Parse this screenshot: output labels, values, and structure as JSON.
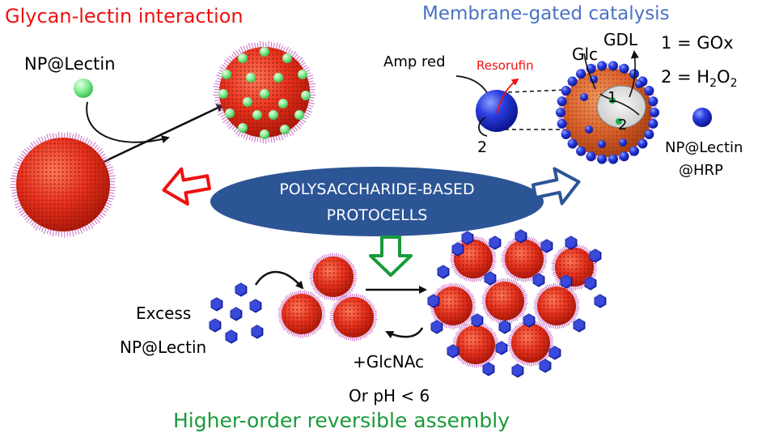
{
  "sections": {
    "top_left_title": "Glycan-lectin interaction",
    "top_right_title": "Membrane-gated catalysis",
    "bottom_title": "Higher-order reversible assembly"
  },
  "center": {
    "line1": "POLYSACCHARIDE-BASED",
    "line2": "PROTOCELLS"
  },
  "left_panel": {
    "np_label": "NP@Lectin"
  },
  "right_panel": {
    "amp_red": "Amp red",
    "resorufin": "Resorufin",
    "glc": "Glc",
    "gdl": "GDL",
    "label_1_in_cell": "1",
    "label_2_in_cell": "2",
    "label_2_hrp": "2",
    "legend_1": "1 = GOx",
    "legend_2_prefix": "2 = H",
    "legend_2_sub1": "2",
    "legend_2_mid": "O",
    "legend_2_sub2": "2",
    "np_hrp_line1": "NP@Lectin",
    "np_hrp_line2": "@HRP"
  },
  "bottom_panel": {
    "excess_line1": "Excess",
    "excess_line2": "NP@Lectin",
    "reverse_line1": "+GlcNAc",
    "reverse_line2": "Or pH < 6"
  },
  "colors": {
    "red_title": "#ee1111",
    "blue_title": "#4a72c4",
    "green_title": "#1a9a3a",
    "ellipse": "#2c5596",
    "protocell_red": "#e8321e",
    "protocell_orange": "#d8622a",
    "nanoparticle_blue": "#2233cc",
    "nanoparticle_green": "#7ee88e"
  }
}
